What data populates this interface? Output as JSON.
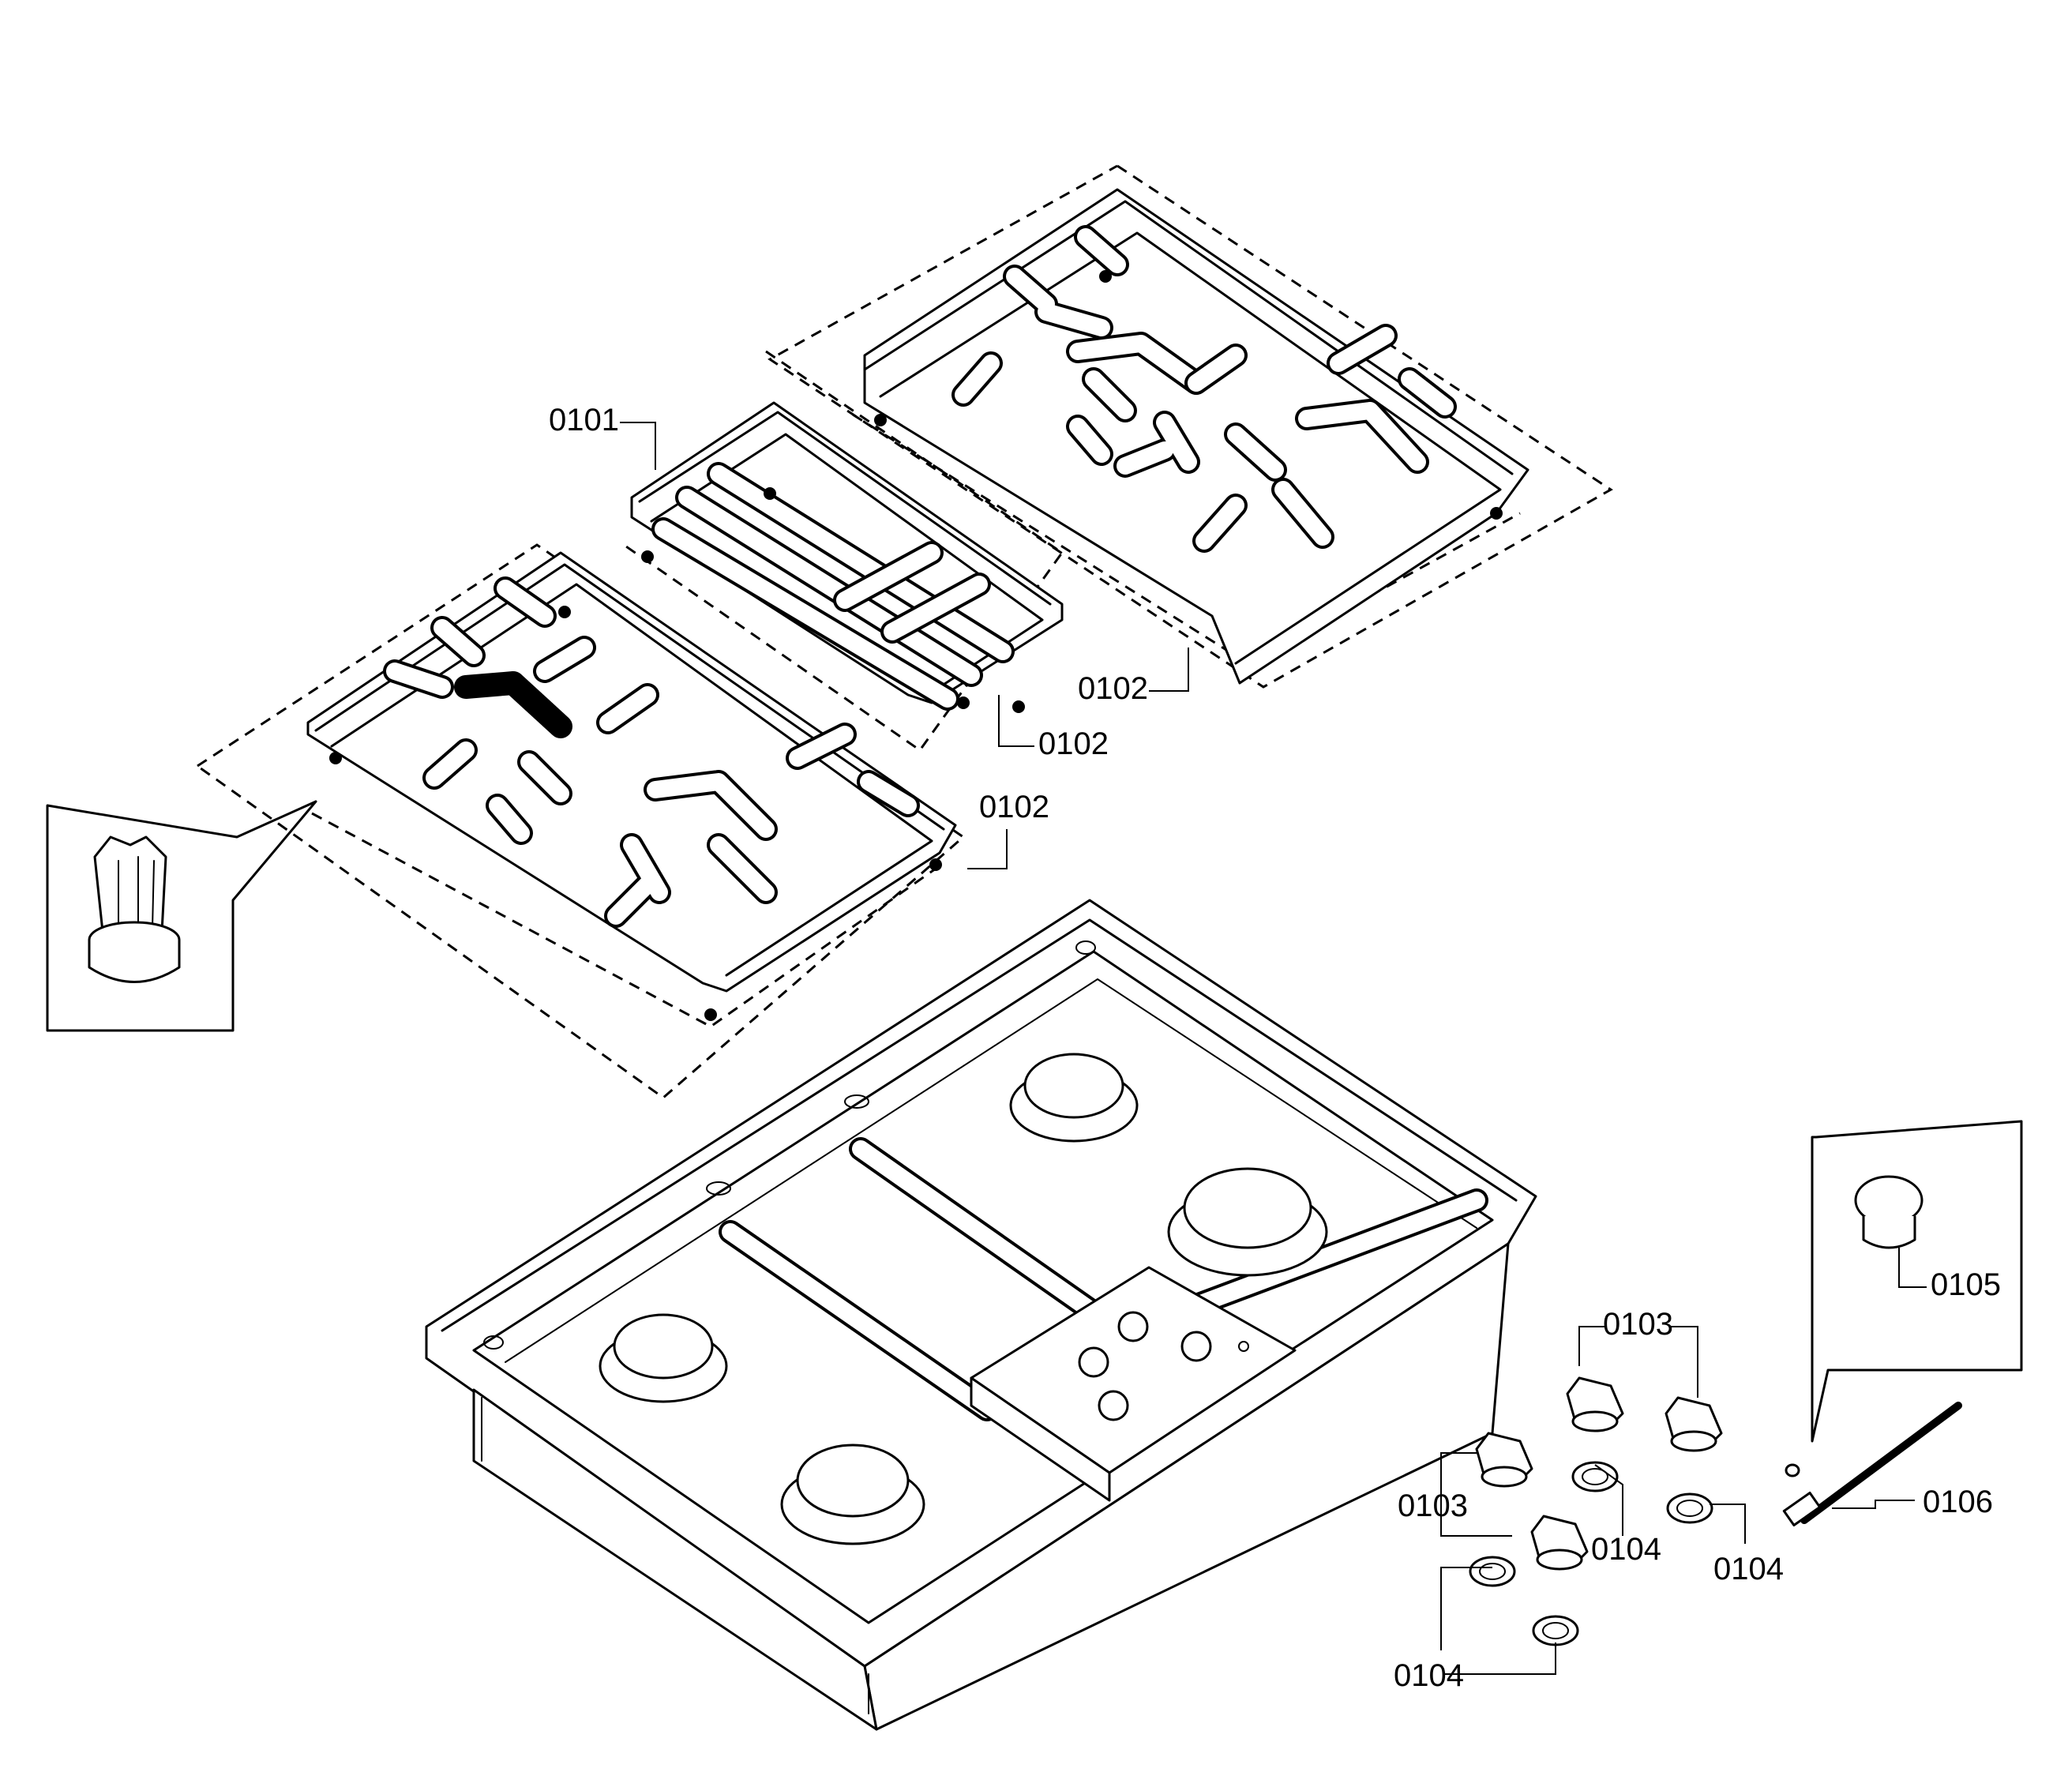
{
  "labels": {
    "grate_center": "0101",
    "foot_right_grate": "0102",
    "foot_center_grate": "0102",
    "foot_left_grate": "0102",
    "knob_upper_left": "0103",
    "knob_left": "0103",
    "ring_middle": "0104",
    "ring_right": "0104",
    "ring_left": "0104",
    "ring_bottom": "0104",
    "detail_cap": "0105",
    "igniter": "0106"
  }
}
